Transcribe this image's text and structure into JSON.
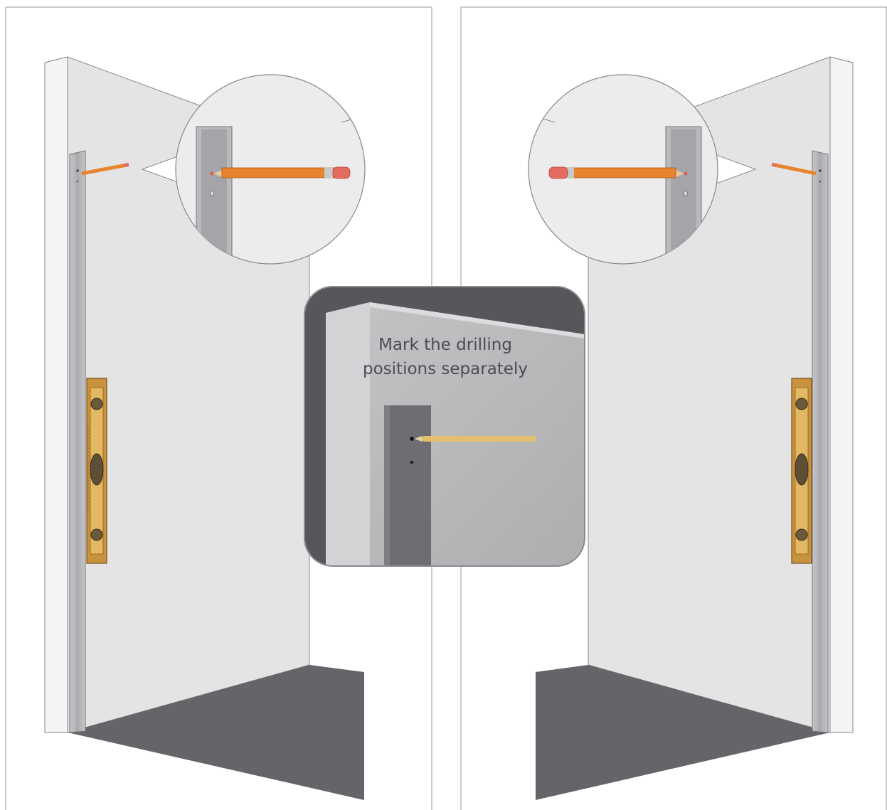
{
  "instruction": {
    "line1": "Mark the drilling",
    "line2": "positions separately"
  },
  "panels": [
    "left-installation",
    "right-installation"
  ],
  "icons": {
    "tool_marking": "pencil-icon",
    "tool_leveling": "spirit-level-icon",
    "part": "wall-profile-rail"
  },
  "colors": {
    "wall": "#e6e6e6",
    "wall_edge": "#f6f6f6",
    "floor": "#646469",
    "rail": "#b4b4b9",
    "pencil": "#e8842e",
    "level": "#c9923c",
    "inset_bg": "#5a5b5f",
    "inset_wall": "#b9b9bb"
  }
}
